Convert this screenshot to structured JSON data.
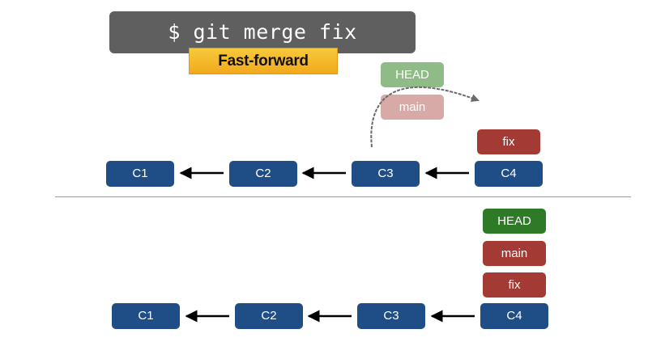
{
  "command": "$ git merge fix",
  "merge_type": "Fast-forward",
  "before": {
    "commits": [
      "C1",
      "C2",
      "C3",
      "C4"
    ],
    "head_label": "HEAD",
    "main_label": "main",
    "fix_label": "fix"
  },
  "after": {
    "commits": [
      "C1",
      "C2",
      "C3",
      "C4"
    ],
    "head_label": "HEAD",
    "main_label": "main",
    "fix_label": "fix"
  },
  "colors": {
    "commit": "#1f4e87",
    "head_faded": "#8fbb86",
    "main_faded": "#d7aaa7",
    "head": "#2e7a27",
    "main": "#a33a33",
    "fix": "#a33a33",
    "arrow": "#000000",
    "move_arrow": "#6a6a6a"
  }
}
